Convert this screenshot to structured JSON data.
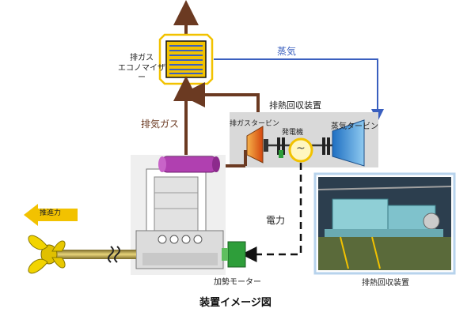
{
  "labels": {
    "economizer": "排ガス\nエコノマイザー",
    "steam": "蒸気",
    "recovery_unit": "排熱回収装置",
    "exhaust_gas": "排気ガス",
    "gas_turbine": "排ガスタービン",
    "steam_turbine": "蒸気タービン",
    "generator": "発電機",
    "generator_symbol": "~",
    "power": "電力",
    "thrust": "推進力",
    "motor": "加勢モーター",
    "photo_caption": "排熱回収装置"
  },
  "caption": "装置イメージ図",
  "colors": {
    "exhaust_arrow": "#6b3a22",
    "steam_arrow": "#3a5fbf",
    "power_line": "#111111",
    "thrust_arrow": "#f2c200",
    "economizer_frame": "#f2c200",
    "economizer_tubes": "#3a5fbf",
    "gas_turbine": "#f08a1c",
    "steam_turbine": "#2c8fd6",
    "motor": "#2e9e3a",
    "generator": "#f2c200",
    "propeller": "#f2d400",
    "turbocharger": "#b040b0"
  }
}
